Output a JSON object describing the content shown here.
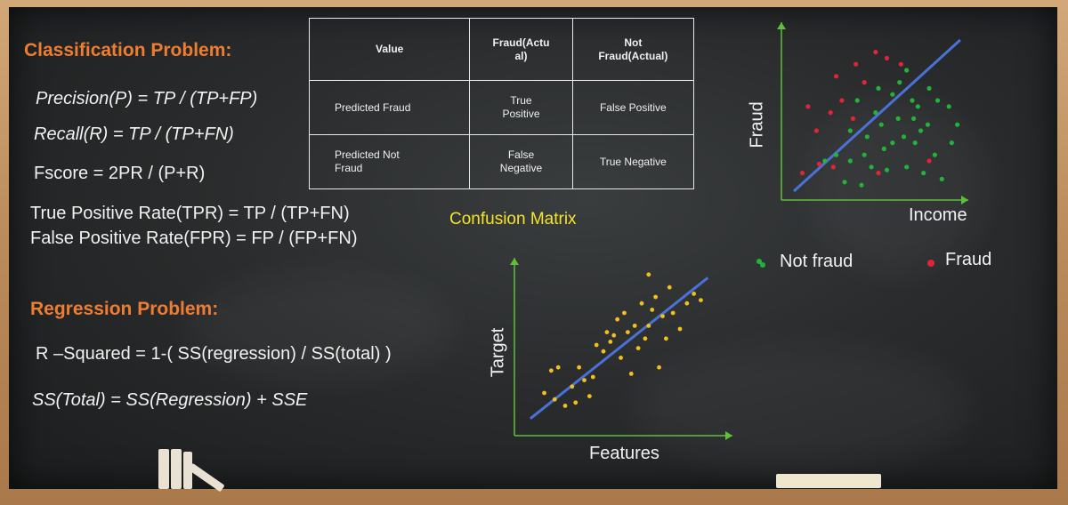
{
  "classification": {
    "heading": "Classification Problem:",
    "precision": "Precision(P) = TP / (TP+FP)",
    "recall": "Recall(R) = TP / (TP+FN)",
    "fscore": "Fscore = 2PR / (P+R)",
    "tpr": "True Positive Rate(TPR) = TP / (TP+FN)",
    "fpr": "False Positive Rate(FPR) = FP / (FP+FN)"
  },
  "regression": {
    "heading": "Regression Problem:",
    "rsquared": "R –Squared = 1-( SS(regression) / SS(total) )",
    "sstotal": "SS(Total) = SS(Regression) + SSE"
  },
  "confusion_matrix": {
    "title": "Confusion Matrix",
    "header": [
      "Value",
      "Fraud(Actu\nal)",
      "Not\nFraud(Actual)"
    ],
    "rows": [
      [
        "Predicted Fraud",
        "True\nPositive",
        "False Positive"
      ],
      [
        "Predicted Not\nFraud",
        "False\nNegative",
        "True Negative"
      ]
    ]
  },
  "fraud_plot": {
    "ylabel": "Fraud",
    "xlabel": "Income",
    "legend": {
      "not_fraud": "Not fraud",
      "fraud": "Fraud"
    },
    "colors": {
      "not_fraud": "#22b33a",
      "fraud": "#e0243a",
      "line": "#4a72d6",
      "axis": "#5fbf3a"
    },
    "not_fraud_points": [
      [
        58,
        2.6
      ],
      [
        45,
        3
      ],
      [
        40,
        2
      ],
      [
        60,
        3.4
      ],
      [
        75,
        3.6
      ],
      [
        80,
        4
      ],
      [
        85,
        2.4
      ],
      [
        50,
        1.2
      ],
      [
        64,
        1.4
      ],
      [
        70,
        1.6
      ],
      [
        78,
        1.8
      ],
      [
        86,
        1.6
      ],
      [
        90,
        2
      ],
      [
        95,
        2.2
      ],
      [
        100,
        1.2
      ],
      [
        30,
        1.2
      ],
      [
        22,
        1
      ],
      [
        40,
        1
      ],
      [
        55,
        0.8
      ],
      [
        66,
        0.7
      ],
      [
        80,
        0.8
      ],
      [
        92,
        0.6
      ],
      [
        105,
        0.4
      ],
      [
        70,
        3.2
      ],
      [
        84,
        3
      ],
      [
        96,
        3.4
      ],
      [
        110,
        2.8
      ],
      [
        62,
        2.2
      ],
      [
        74,
        2.4
      ],
      [
        88,
        2.8
      ],
      [
        102,
        3
      ],
      [
        112,
        1.6
      ],
      [
        52,
        1.8
      ],
      [
        116,
        2.2
      ],
      [
        36,
        0.3
      ],
      [
        48,
        0.2
      ]
    ],
    "fraud_points": [
      [
        30,
        3.8
      ],
      [
        44,
        4.2
      ],
      [
        58,
        4.6
      ],
      [
        66,
        4.4
      ],
      [
        76,
        4.2
      ],
      [
        50,
        3.6
      ],
      [
        34,
        3
      ],
      [
        42,
        2.4
      ],
      [
        26,
        2.6
      ],
      [
        16,
        2
      ],
      [
        18,
        0.9
      ],
      [
        28,
        0.8
      ],
      [
        60,
        0.6
      ],
      [
        10,
        2.8
      ],
      [
        6,
        0.6
      ],
      [
        96,
        1
      ]
    ],
    "line": [
      [
        0,
        0
      ],
      [
        118,
        5
      ]
    ],
    "x_max": 120,
    "y_max": 5
  },
  "regression_plot": {
    "ylabel": "Target",
    "xlabel": "Features",
    "colors": {
      "points": "#f2c01e",
      "line": "#4a72d6",
      "axis": "#5fbf3a"
    },
    "points": [
      [
        10,
        2
      ],
      [
        14,
        3.4
      ],
      [
        18,
        3.6
      ],
      [
        22,
        1.2
      ],
      [
        26,
        2.4
      ],
      [
        30,
        3.6
      ],
      [
        33,
        2.8
      ],
      [
        36,
        1.8
      ],
      [
        40,
        5
      ],
      [
        44,
        4.6
      ],
      [
        46,
        5.8
      ],
      [
        48,
        5.2
      ],
      [
        52,
        6.6
      ],
      [
        54,
        4.2
      ],
      [
        56,
        7
      ],
      [
        58,
        5.8
      ],
      [
        60,
        3.2
      ],
      [
        62,
        6.2
      ],
      [
        64,
        4.8
      ],
      [
        66,
        7.6
      ],
      [
        68,
        5.4
      ],
      [
        70,
        6.2
      ],
      [
        72,
        7.2
      ],
      [
        74,
        8
      ],
      [
        76,
        3.6
      ],
      [
        78,
        6.8
      ],
      [
        80,
        5.4
      ],
      [
        82,
        8.6
      ],
      [
        84,
        7
      ],
      [
        88,
        6
      ],
      [
        92,
        7.6
      ],
      [
        96,
        8.2
      ],
      [
        100,
        7.8
      ],
      [
        38,
        3
      ],
      [
        28,
        1.4
      ],
      [
        70,
        9.4
      ],
      [
        50,
        5.6
      ],
      [
        16,
        1.6
      ]
    ],
    "line": [
      [
        2,
        0.4
      ],
      [
        104,
        9.2
      ]
    ],
    "x_max": 110,
    "y_max": 10
  }
}
